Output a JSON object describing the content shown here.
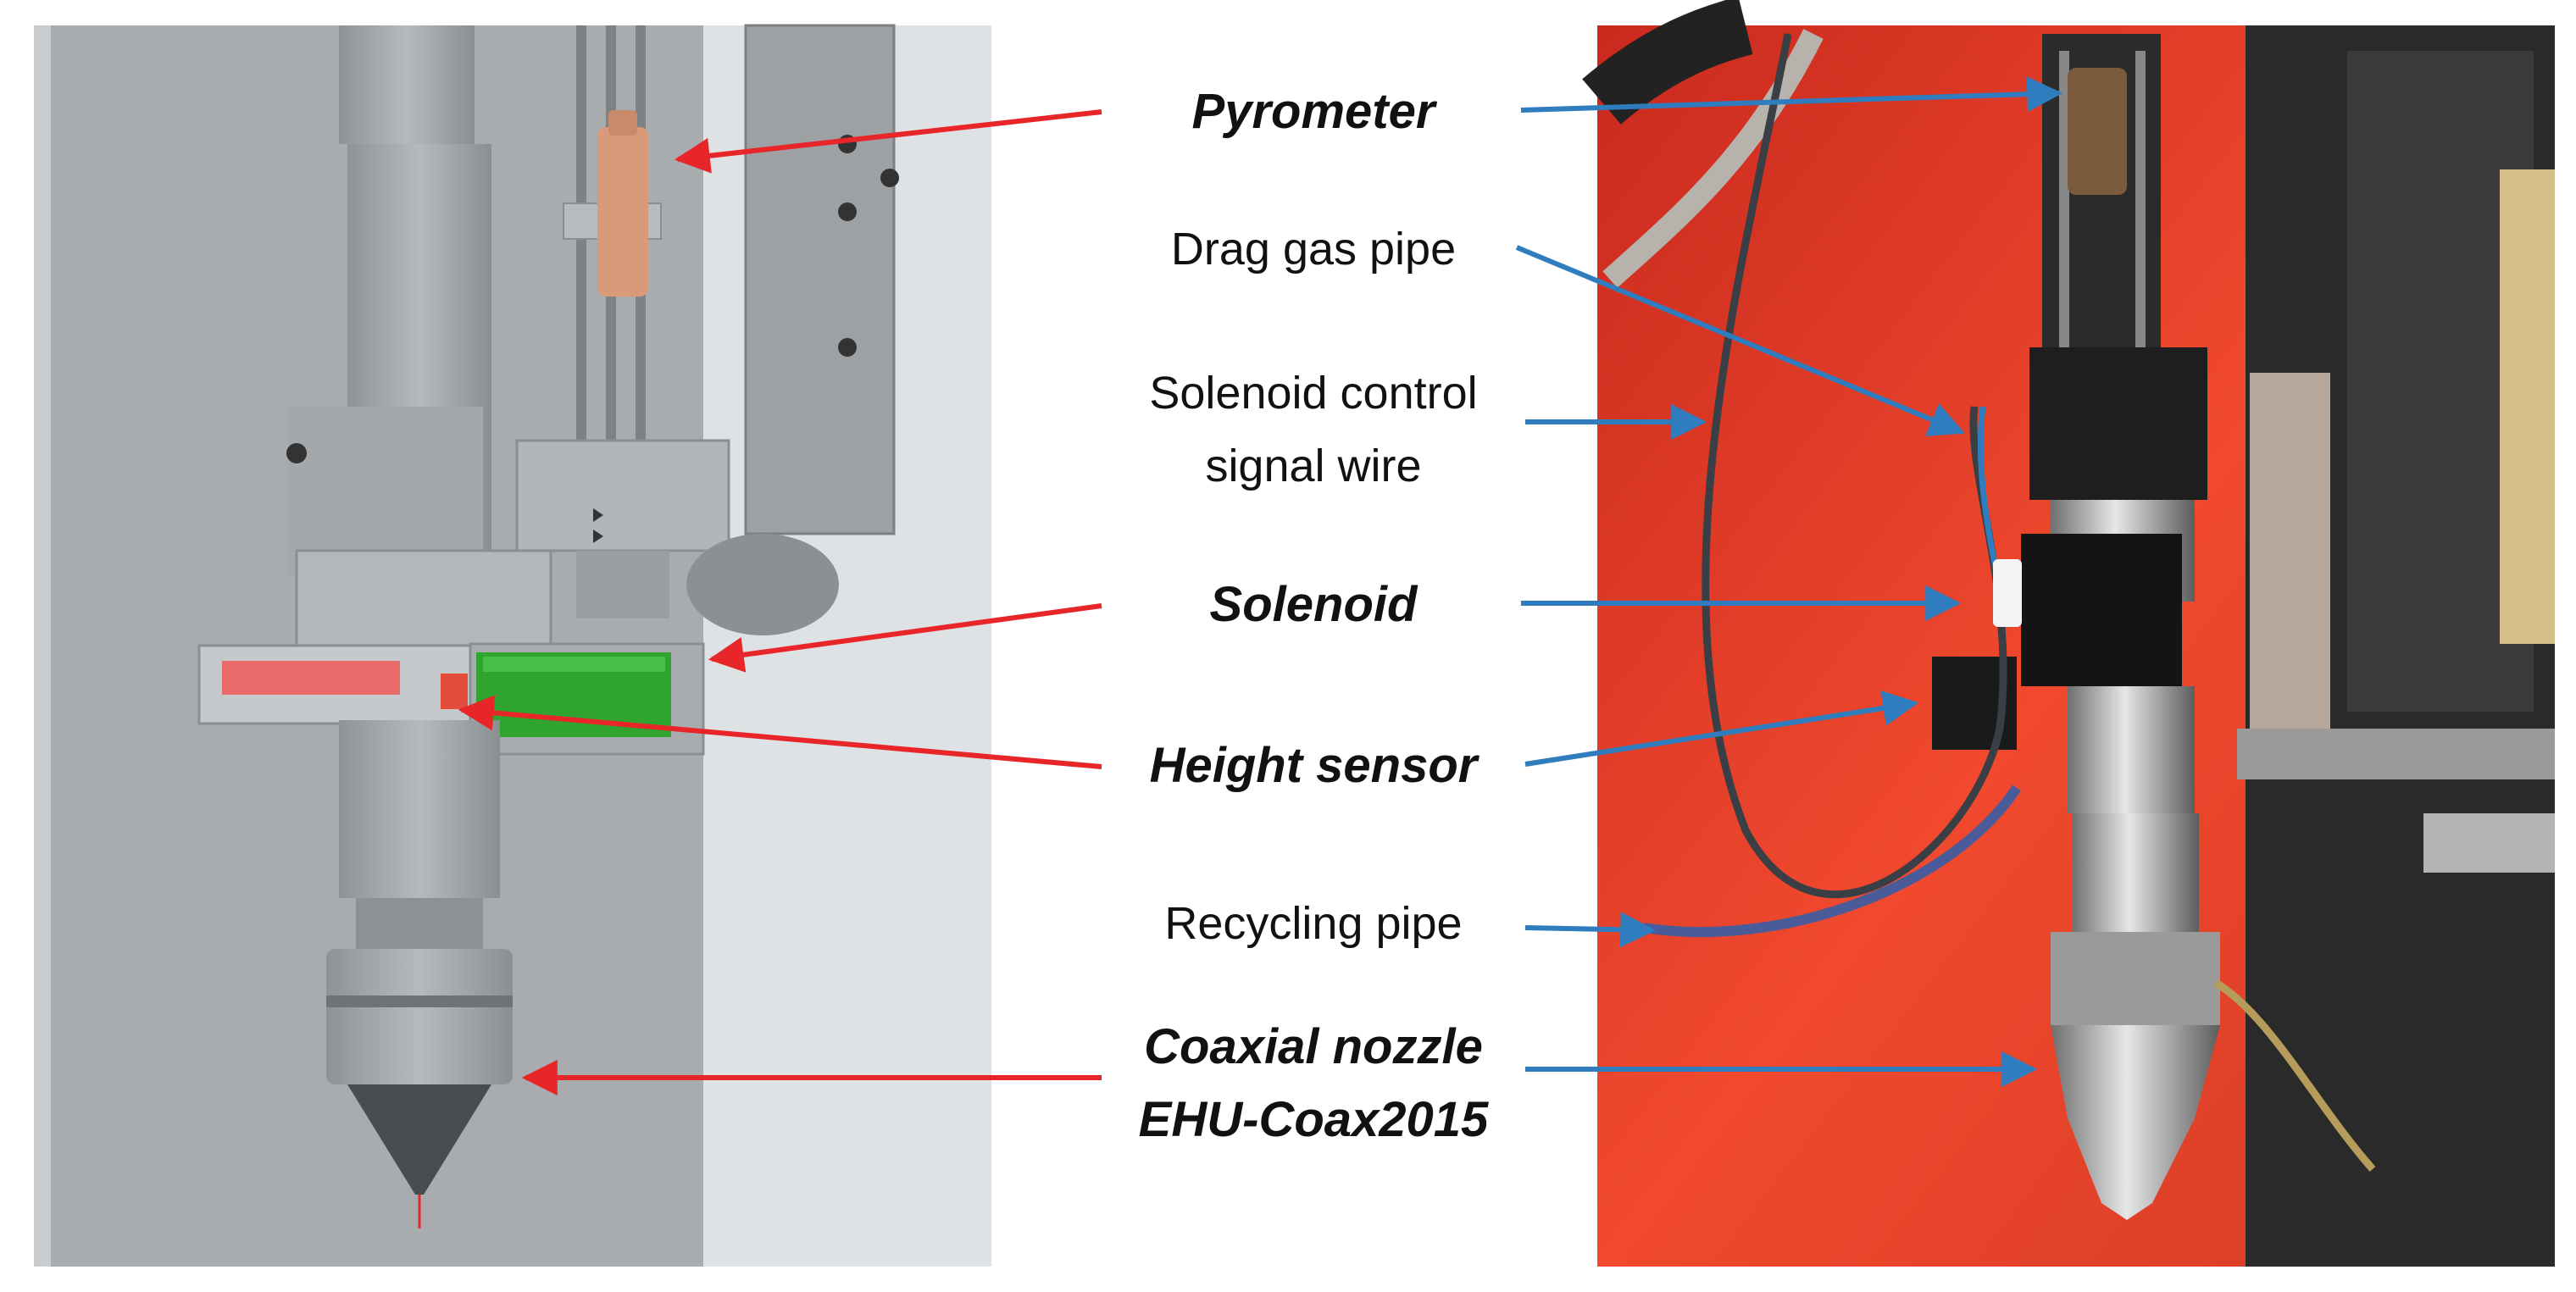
{
  "labels": {
    "pyrometer": "Pyrometer",
    "drag_gas_pipe": "Drag gas pipe",
    "solenoid_control_line1": "Solenoid control",
    "solenoid_control_line2": "signal wire",
    "solenoid": "Solenoid",
    "height_sensor": "Height sensor",
    "recycling_pipe": "Recycling pipe",
    "coaxial_line1": "Coaxial nozzle",
    "coaxial_line2": "EHU-Coax2015"
  },
  "colors": {
    "red_arrow": "#e8262a",
    "blue_arrow": "#2f7dbf",
    "photo_red": "#e8402a",
    "render_gray": "#a9adb0"
  }
}
